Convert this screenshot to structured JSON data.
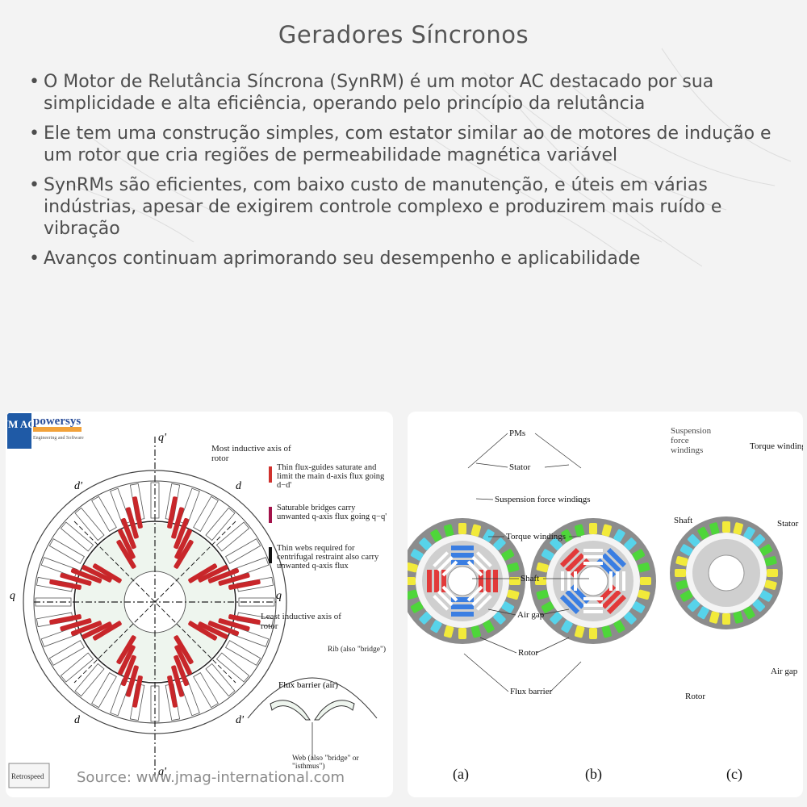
{
  "title": "Geradores Síncronos",
  "bullets": [
    "O Motor de Relutância Síncrona (SynRM) é um motor AC destacado por sua simplicidade e alta eficiência, operando pelo princípio da relutância",
    "Ele tem uma construção simples, com estator similar ao de motores de indução e um rotor que cria regiões de permeabilidade magnética variável",
    "SynRMs são eficientes, com baixo custo de manutenção, e úteis em várias indústrias, apesar de exigirem controle complexo e produzirem mais ruído e vibração",
    "Avanços continuam aprimorando seu desempenho e aplicabilidade"
  ],
  "bullet_symbol": "•",
  "figure1": {
    "logo_main": "JM AG",
    "logo_brand": "powersys",
    "logo_tag": "Engineering and Software",
    "axis_q_top": "q'",
    "axis_q_bottom": "q'",
    "axis_q_left": "q",
    "axis_q_right": "q",
    "axis_d_tl": "d'",
    "axis_d_tr": "d",
    "axis_d_bl": "d",
    "axis_d_br": "d'",
    "most_inductive": "Most inductive axis of rotor",
    "least_inductive": "Least inductive axis of rotor",
    "legend": [
      {
        "color": "#d0312d",
        "text": "Thin flux-guides saturate and limit the main d-axis flux going d−d'"
      },
      {
        "color": "#a3124a",
        "text": "Saturable bridges carry unwanted q-axis flux going q−q'"
      },
      {
        "color": "#111111",
        "text": "Thin webs required for centrifugal restraint also carry unwanted q-axis flux"
      }
    ],
    "rib_label": "Rib (also \"bridge\")",
    "flux_barrier_label": "Flux barrier (air)",
    "web_label": "Web (also \"bridge\" or \"isthmus\")",
    "retro_logo": "Retrospeed"
  },
  "source": "Source: www.jmag-international.com",
  "figure2": {
    "labels_a": [
      "PMs",
      "Stator",
      "Suspension force windings",
      "Torque windings",
      "Shaft",
      "Air gap",
      "Rotor",
      "Flux barrier"
    ],
    "labels_c": [
      "Suspension force windings",
      "Torque windings",
      "Shaft",
      "Stator",
      "Rotor",
      "Air gap"
    ],
    "captions": [
      "(a)",
      "(b)",
      "(c)"
    ]
  },
  "colors": {
    "stator": "#8c8c8c",
    "coil_yellow": "#f2ea3a",
    "coil_cyan": "#57d3ea",
    "coil_green": "#4ed63a",
    "pm_red": "#e23a3a",
    "pm_blue": "#3a7ee2",
    "flux_red": "#c8262a"
  }
}
